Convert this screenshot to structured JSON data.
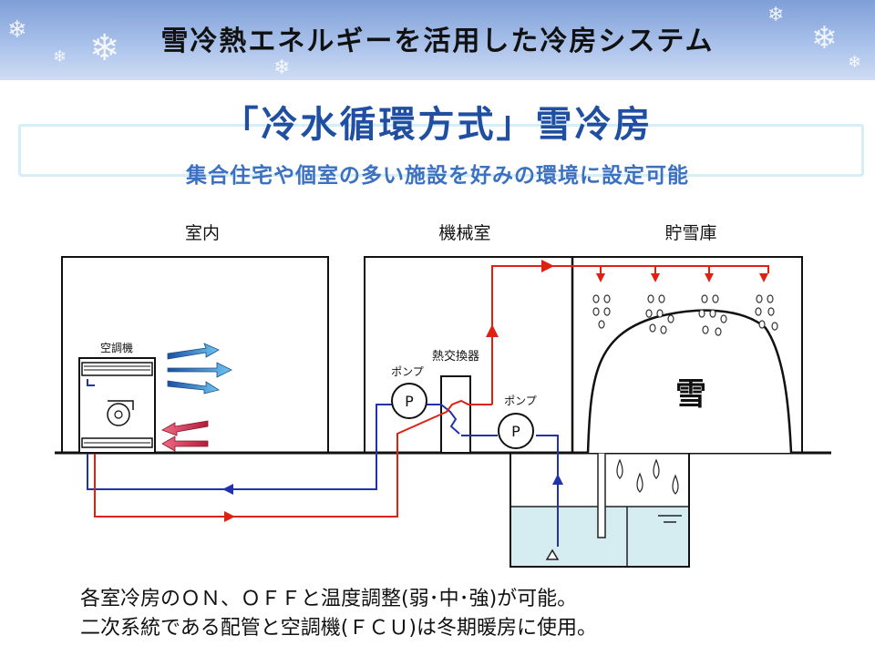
{
  "header": {
    "title": "雪冷熱エネルギーを活用した冷房システム"
  },
  "banner": {
    "title": "「冷水循環方式」雪冷房",
    "subtitle": "集合住宅や個室の多い施設を好みの環境に設定可能"
  },
  "diagram": {
    "rooms": {
      "indoor": "室内",
      "machine": "機械室",
      "storage": "貯雪庫"
    },
    "components": {
      "aircon": "空調機",
      "heat_exchanger": "熱交換器",
      "pump_left": "ポンプ",
      "pump_left_symbol": "P",
      "pump_right": "ポンプ",
      "pump_right_symbol": "P",
      "snow": "雪"
    },
    "colors": {
      "cold_line": "#2233aa",
      "warm_line": "#e02010",
      "cool_air": "#3fa6e6",
      "warm_air": "#e34060"
    }
  },
  "notes": {
    "line1": "各室冷房のＯＮ、ＯＦＦと温度調整(弱･中･強)が可能。",
    "line2": "二次系統である配管と空調機(ＦＣＵ)は冬期暖房に使用。"
  }
}
